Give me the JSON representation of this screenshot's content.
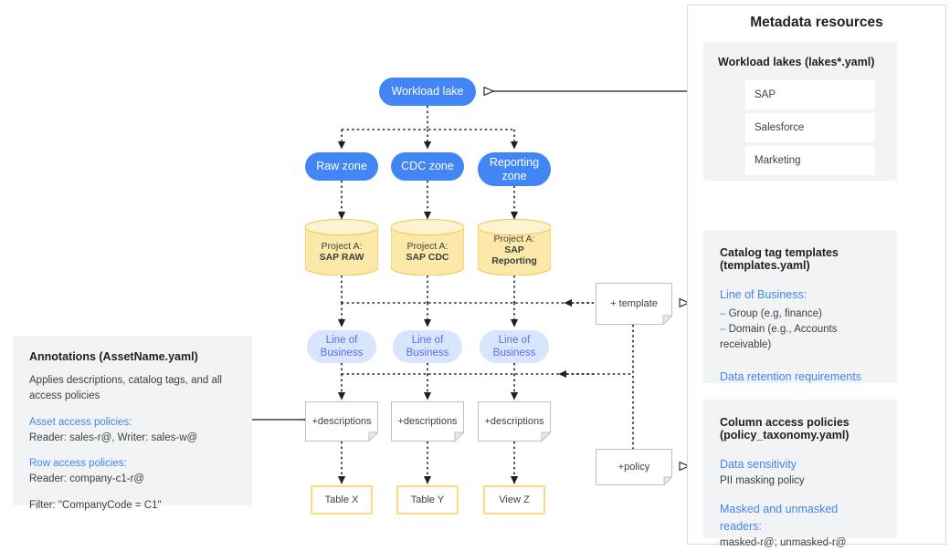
{
  "diagram": {
    "flow": {
      "lake": {
        "label": "Workload lake"
      },
      "zones": [
        {
          "label": "Raw zone"
        },
        {
          "label": "CDC zone"
        },
        {
          "label": "Reporting zone"
        }
      ],
      "projects": [
        {
          "line1": "Project A:",
          "line2": "SAP RAW"
        },
        {
          "line1": "Project A:",
          "line2": "SAP CDC"
        },
        {
          "line1": "Project A:",
          "line2": "SAP Reporting"
        }
      ],
      "lob": [
        {
          "line1": "Line of",
          "line2": "Business"
        },
        {
          "line1": "Line of",
          "line2": "Business"
        },
        {
          "line1": "Line of",
          "line2": "Business"
        }
      ],
      "descriptions": [
        {
          "label": "+descriptions"
        },
        {
          "label": "+descriptions"
        },
        {
          "label": "+descriptions"
        }
      ],
      "assets": [
        {
          "label": "Table X"
        },
        {
          "label": "Table Y"
        },
        {
          "label": "View Z"
        }
      ],
      "template_note": {
        "label": "+ template"
      },
      "policy_note": {
        "label": "+policy"
      }
    },
    "annotations": {
      "title": "Annotations (AssetName.yaml)",
      "intro": "Applies descriptions, catalog tags, and all access policies",
      "asset_policy_heading": "Asset access policies:",
      "asset_policy_value": "Reader: sales-r@, Writer: sales-w@",
      "row_policy_heading": "Row access policies:",
      "row_policy_value": "Reader: company-c1-r@",
      "filter": "Filter: \"CompanyCode = C1\""
    },
    "metadata": {
      "title": "Metadata resources",
      "lakes": {
        "heading": "Workload lakes (lakes*.yaml)",
        "items": [
          {
            "label": "SAP"
          },
          {
            "label": "Salesforce"
          },
          {
            "label": "Marketing"
          }
        ]
      },
      "templates": {
        "heading_line1": "Catalog tag templates",
        "heading_line2": "(templates.yaml)",
        "lob_heading": "Line of Business:",
        "bullets": [
          {
            "dash": "–",
            "text": "Group (e.g, finance)"
          },
          {
            "dash": "–",
            "text": "Domain (e.g., Accounts receivable)"
          }
        ],
        "retention": "Data retention requirements"
      },
      "policies": {
        "heading_line1": "Column access policies",
        "heading_line2": "(policy_taxonomy.yaml)",
        "sensitivity_heading": "Data sensitivity",
        "sensitivity_value": "PII masking policy",
        "readers_heading": "Masked and unmasked readers:",
        "readers_value": "masked-r@; unmasked-r@"
      }
    },
    "colors": {
      "accent_blue": "#4285F4",
      "light_blue": "#D7E5FD",
      "cylinder_yellow": "#FCE8A8",
      "cylinder_border": "#F9CE6A",
      "asset_border": "#FCD97D",
      "panel_grey": "#F1F3F4",
      "wire": "#3c4043",
      "text": "#3c4043"
    }
  }
}
